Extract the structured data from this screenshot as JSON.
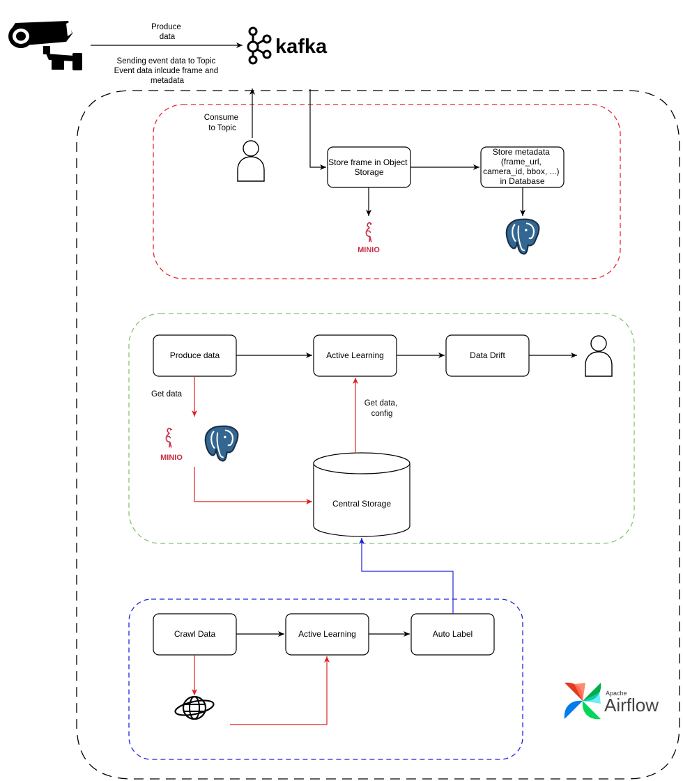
{
  "ingest": {
    "produce_label": [
      "Produce",
      "data"
    ],
    "sending_label": [
      "Sending event data to Topic",
      "Event data inlcude frame and",
      "metadata"
    ],
    "consume_label": [
      "Consume",
      "to Topic"
    ],
    "store_frame": [
      "Store frame in Object",
      "Storage"
    ],
    "store_metadata": [
      "Store metadata",
      "(frame_url,",
      "camera_id, bbox, ...)",
      "in Database"
    ]
  },
  "pipeline": {
    "produce_data": "Produce data",
    "active_learning": "Active Learning",
    "data_drift": "Data Drift",
    "get_data_label": "Get data",
    "get_data_config_label": [
      "Get data,",
      "config"
    ],
    "central_storage": "Central Storage"
  },
  "crawl": {
    "crawl_data": "Crawl Data",
    "active_learning": "Active Learning",
    "auto_label": "Auto Label"
  },
  "logos": {
    "kafka": "kafka",
    "minio": "MINIO",
    "airflow_small": "Apache",
    "airflow_big": "Airflow"
  },
  "colors": {
    "red_group": "#e32636",
    "green_group": "#82c46c",
    "blue_group": "#2222dd",
    "red_edge": "#e02020",
    "blue_edge": "#2020e0",
    "postgres": "#336791",
    "minio": "#c72c48"
  }
}
